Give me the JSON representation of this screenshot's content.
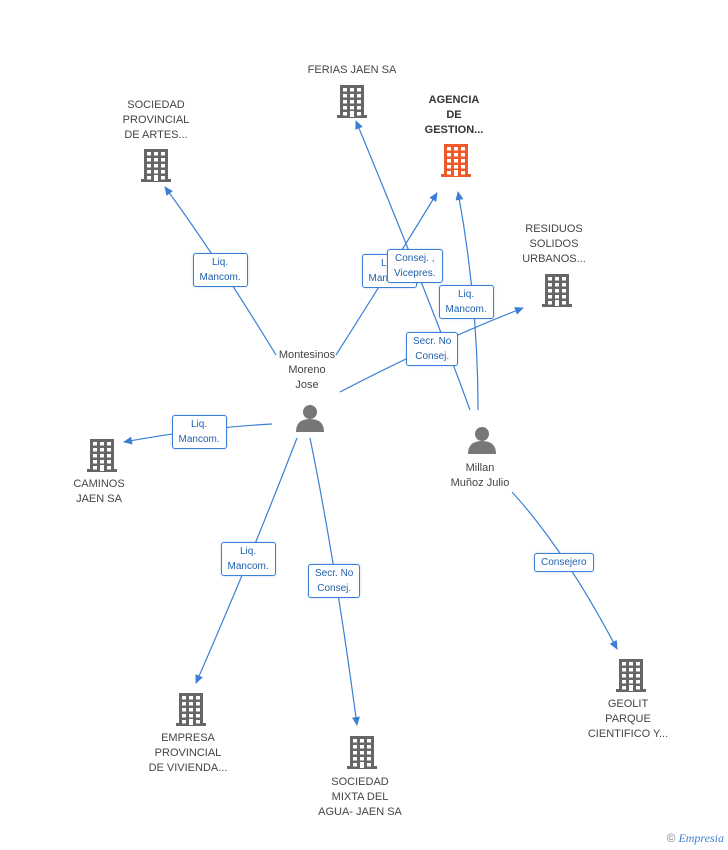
{
  "colors": {
    "edge": "#3b7fd4",
    "building": "#666666",
    "main_building": "#f05a28",
    "person": "#777777"
  },
  "nodes": [
    {
      "id": "ferias",
      "type": "company",
      "label": "FERIAS JAEN SA",
      "name": "ferias-jaen-node"
    },
    {
      "id": "agencia",
      "type": "company-main",
      "label": "AGENCIA\nDE\nGESTION...",
      "name": "agencia-gestion-node"
    },
    {
      "id": "sociedad_prov",
      "type": "company",
      "label": "SOCIEDAD\nPROVINCIAL\nDE ARTES...",
      "name": "sociedad-provincial-node"
    },
    {
      "id": "residuos",
      "type": "company",
      "label": "RESIDUOS\nSOLIDOS\nURBANOS...",
      "name": "residuos-solidos-node"
    },
    {
      "id": "montesinos",
      "type": "person",
      "label": "Montesinos\nMoreno\nJose",
      "name": "montesinos-moreno-node"
    },
    {
      "id": "millan",
      "type": "person",
      "label": "Millan\nMuñoz Julio",
      "name": "millan-munoz-node"
    },
    {
      "id": "caminos",
      "type": "company",
      "label": "CAMINOS\nJAEN SA",
      "name": "caminos-jaen-node"
    },
    {
      "id": "empresa_viv",
      "type": "company",
      "label": "EMPRESA\nPROVINCIAL\nDE VIVIENDA...",
      "name": "empresa-vivienda-node"
    },
    {
      "id": "sociedad_agua",
      "type": "company",
      "label": "SOCIEDAD\nMIXTA DEL\nAGUA- JAEN SA",
      "name": "sociedad-agua-node"
    },
    {
      "id": "geolit",
      "type": "company",
      "label": "GEOLIT\nPARQUE\nCIENTIFICO Y...",
      "name": "geolit-node"
    }
  ],
  "edges": [
    {
      "from": "montesinos",
      "to": "sociedad_prov",
      "label": "Liq.\nMancom."
    },
    {
      "from": "montesinos",
      "to": "agencia",
      "label": "Liq.\nMancom."
    },
    {
      "from": "montesinos",
      "to": "residuos",
      "label": "Secr. No\nConsej."
    },
    {
      "from": "montesinos",
      "to": "caminos",
      "label": "Liq.\nMancom."
    },
    {
      "from": "montesinos",
      "to": "empresa_viv",
      "label": "Liq.\nMancom."
    },
    {
      "from": "montesinos",
      "to": "sociedad_agua",
      "label": "Secr. No\nConsej."
    },
    {
      "from": "millan",
      "to": "ferias",
      "label": "Consej. ,\nVicepres."
    },
    {
      "from": "millan",
      "to": "agencia",
      "label": "Liq.\nMancom."
    },
    {
      "from": "millan",
      "to": "geolit",
      "label": "Consejero"
    }
  ],
  "watermark": {
    "symbol": "©",
    "brand": "Empresia"
  }
}
